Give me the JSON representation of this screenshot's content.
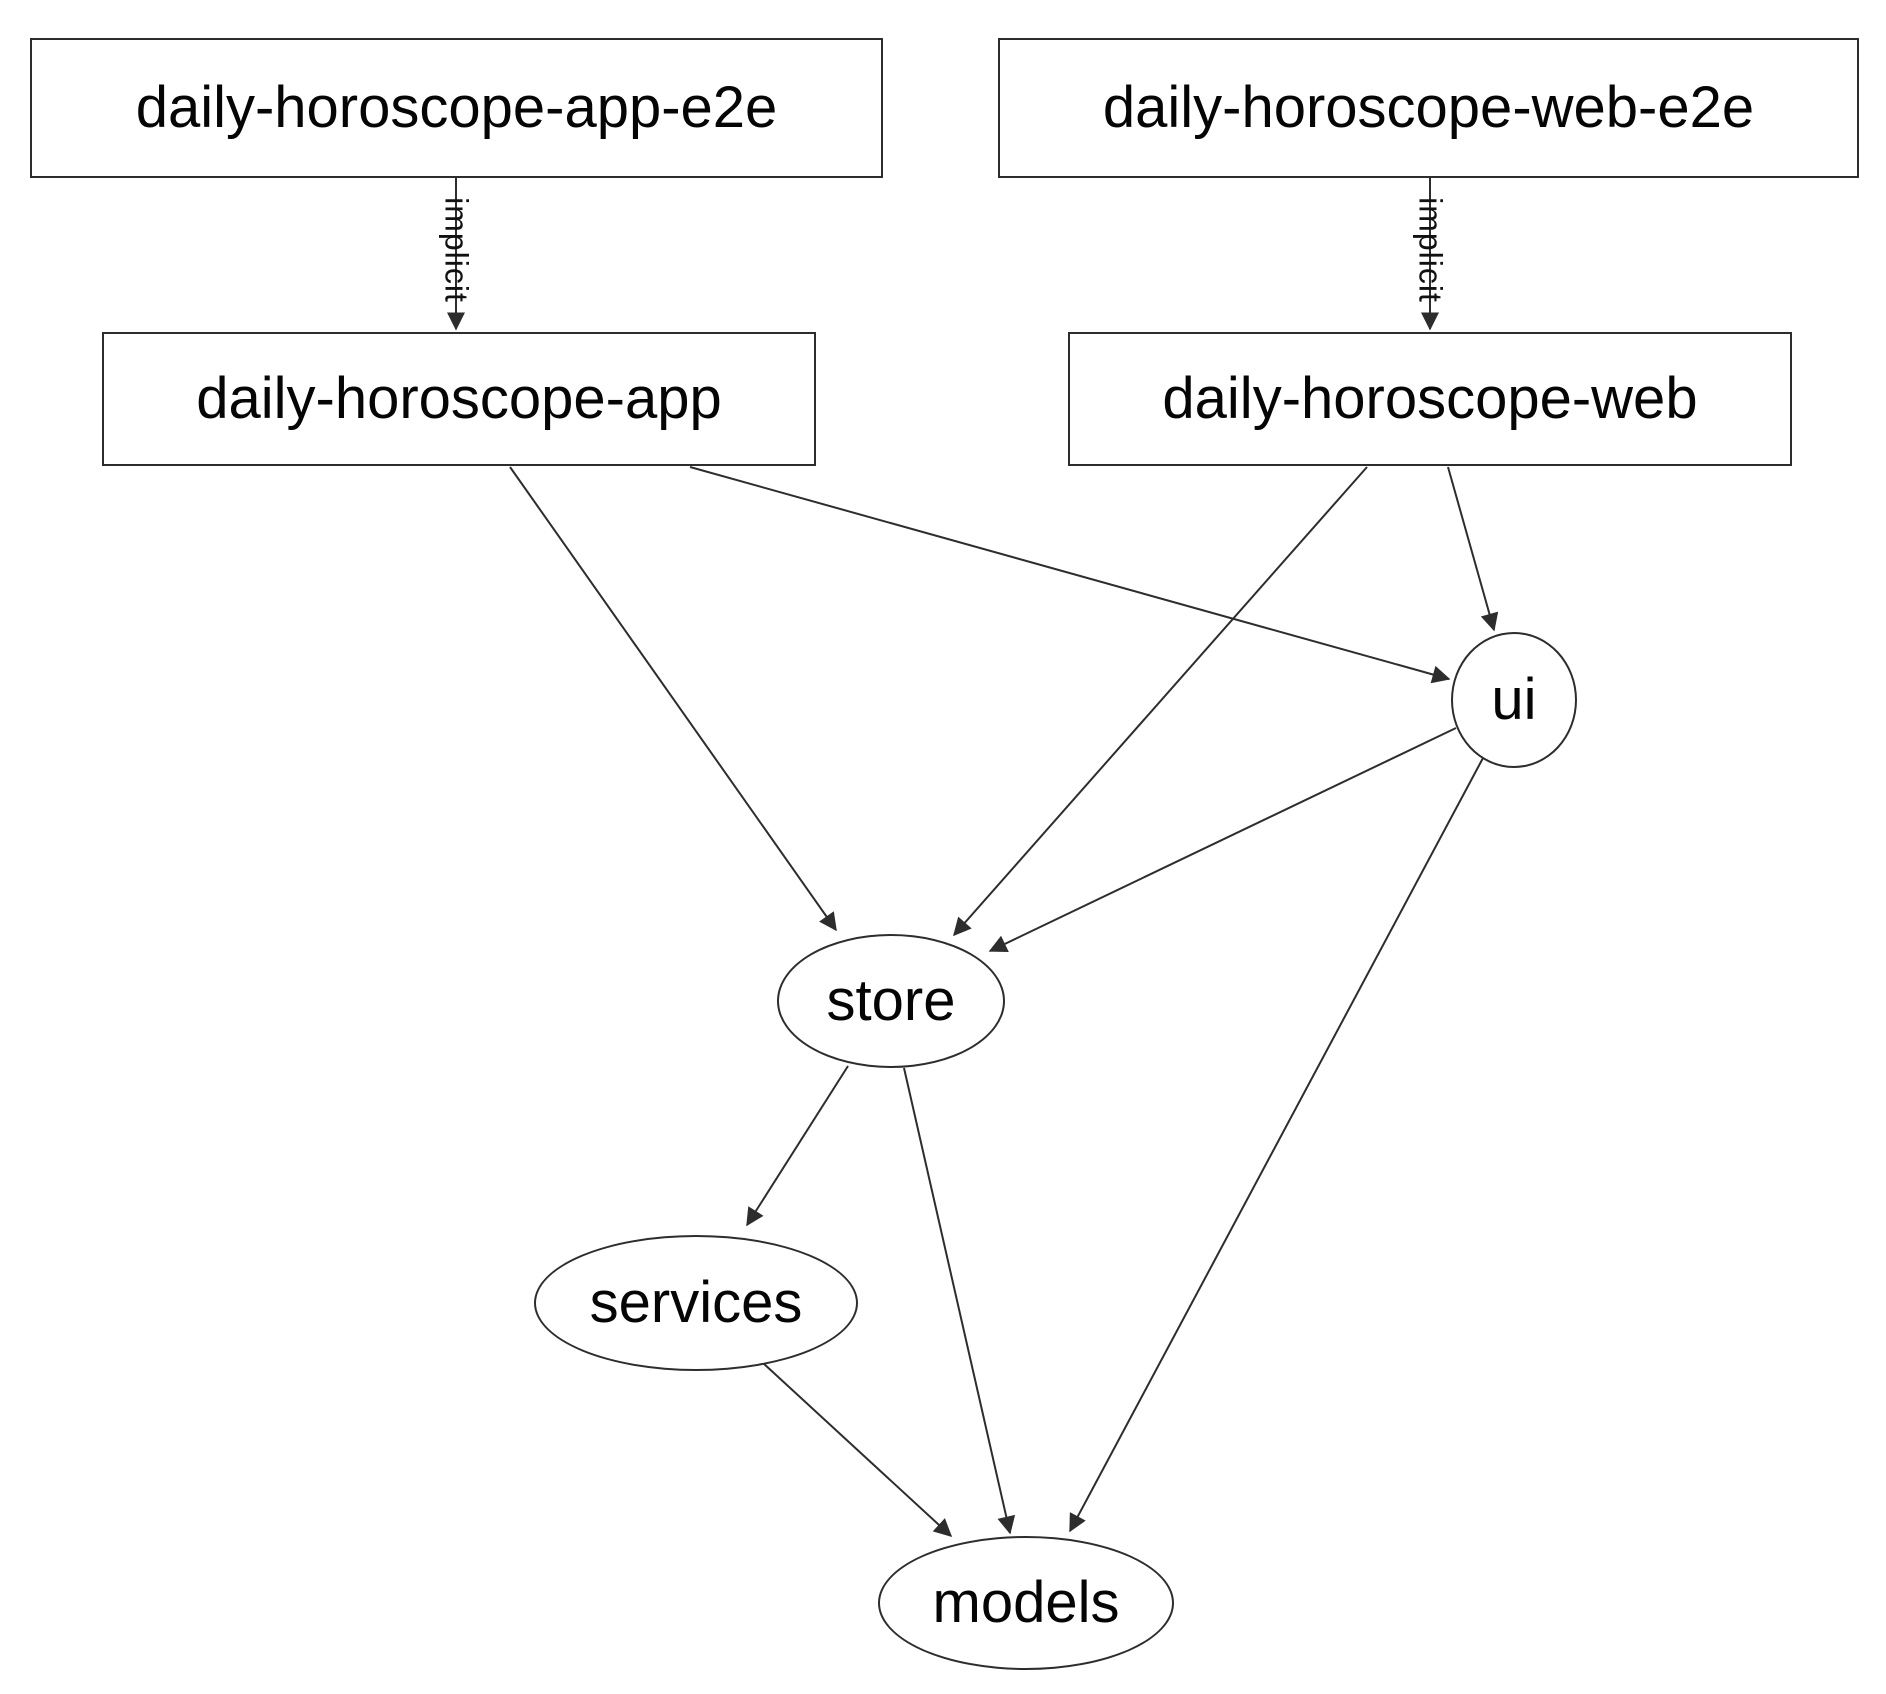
{
  "diagram": {
    "kind": "project-dependency-graph",
    "colors": {
      "background": "#ffffff",
      "node_fill": "#ffffff",
      "node_stroke": "#2d2d2d",
      "edge_stroke": "#2d2d2d",
      "text": "#050505"
    },
    "nodes": {
      "app_e2e": {
        "label": "daily-horoscope-app-e2e",
        "shape": "box"
      },
      "web_e2e": {
        "label": "daily-horoscope-web-e2e",
        "shape": "box"
      },
      "app": {
        "label": "daily-horoscope-app",
        "shape": "box"
      },
      "web": {
        "label": "daily-horoscope-web",
        "shape": "box"
      },
      "ui": {
        "label": "ui",
        "shape": "ellipse"
      },
      "store": {
        "label": "store",
        "shape": "ellipse"
      },
      "services": {
        "label": "services",
        "shape": "ellipse"
      },
      "models": {
        "label": "models",
        "shape": "ellipse"
      }
    },
    "edges": [
      {
        "from": "daily-horoscope-app-e2e",
        "to": "daily-horoscope-app",
        "label": "implicit",
        "style": "solid"
      },
      {
        "from": "daily-horoscope-web-e2e",
        "to": "daily-horoscope-web",
        "label": "implicit",
        "style": "solid"
      },
      {
        "from": "daily-horoscope-app",
        "to": "store"
      },
      {
        "from": "daily-horoscope-app",
        "to": "ui"
      },
      {
        "from": "daily-horoscope-web",
        "to": "store"
      },
      {
        "from": "daily-horoscope-web",
        "to": "ui"
      },
      {
        "from": "ui",
        "to": "store"
      },
      {
        "from": "ui",
        "to": "models"
      },
      {
        "from": "store",
        "to": "services"
      },
      {
        "from": "store",
        "to": "models"
      },
      {
        "from": "services",
        "to": "models"
      }
    ]
  }
}
